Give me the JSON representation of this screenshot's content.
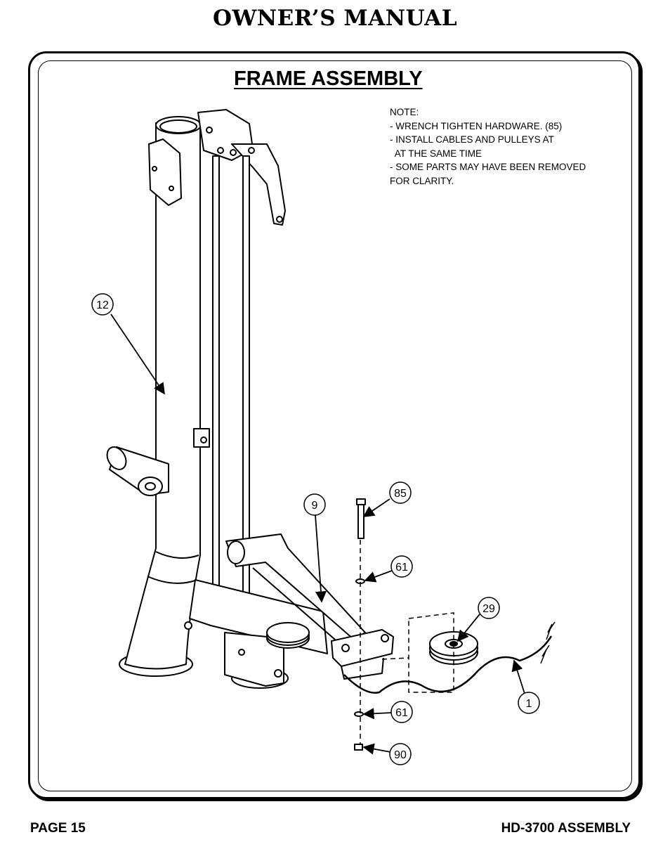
{
  "header": {
    "title": "OWNER’S MANUAL"
  },
  "section": {
    "title": "FRAME ASSEMBLY"
  },
  "notes": [
    "NOTE:",
    "- WRENCH TIGHTEN HARDWARE. (85)",
    "- INSTALL CABLES AND PULLEYS AT",
    "  AT THE SAME TIME",
    "- SOME PARTS MAY HAVE BEEN REMOVED",
    "FOR CLARITY."
  ],
  "callouts": {
    "p12": "12",
    "p9": "9",
    "p85": "85",
    "p61a": "61",
    "p29": "29",
    "p1": "1",
    "p61b": "61",
    "p90": "90"
  },
  "footer": {
    "page": "PAGE 15",
    "model": "HD-3700 ASSEMBLY"
  }
}
